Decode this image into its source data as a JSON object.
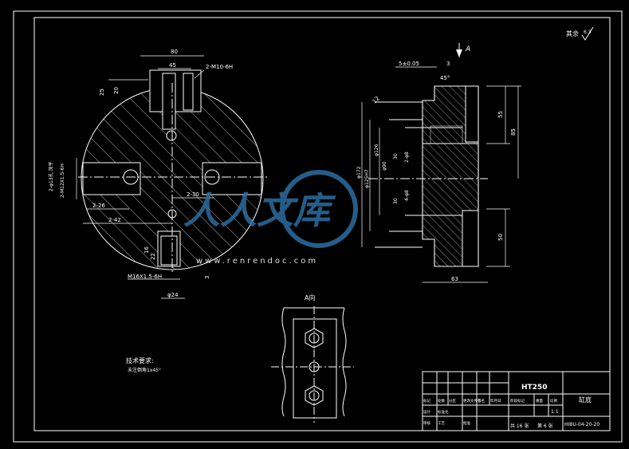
{
  "roughness_note": "其余",
  "roughness_value": "6.3",
  "section_label": "A",
  "view_label": "A向",
  "tech_req_title": "技术要求:",
  "tech_req_text": "未注倒角1x45°",
  "watermark_text": "人人文库",
  "watermark_url": "www.renrendoc.com",
  "left_view": {
    "dim_top": "80",
    "dim_45": "45",
    "dim_tap_top": "2-M10-6H",
    "dim_25": "25",
    "dim_20": "20",
    "dim_left_group": "2-φ13孔 深平",
    "dim_left_thread": "2-M12X1.5-6H",
    "dim_2_26": "2-26",
    "dim_2_42": "2-42",
    "dim_2_30": "2-30",
    "dim_16": "16",
    "dim_22": "22",
    "dim_bottom_thread": "M16X1.5-6H",
    "dim_phi24": "φ24",
    "dim_3": "3"
  },
  "right_view": {
    "dim_top_offset": "5±0.05",
    "dim_3": "3",
    "dim_55": "55",
    "dim_85": "85",
    "dim_50": "50",
    "dim_63": "63",
    "dim_phi_a": "φ172",
    "dim_phi_b": "φ125H7",
    "dim_phi_c": "φ90",
    "dim_phi_d": "φ126",
    "dim_30a": "30",
    "dim_30b": "30",
    "dim_2_phi8": "2-φ8",
    "dim_4_phi8": "4-φ8",
    "dim_12": "12",
    "dim_45deg": "45°"
  },
  "title_block": {
    "material": "HT250",
    "part_name": "缸底",
    "drawing_no": "HIBU-04-20-20",
    "scale": "1:1",
    "sheet_total_label": "共 16 张",
    "sheet_no_label": "第 6 张",
    "cells": [
      "标记",
      "处数",
      "分区",
      "更改文件号",
      "签名",
      "年月日",
      "设计",
      "标准化",
      "阶段标记",
      "重量",
      "比例",
      "审核",
      "工艺",
      "批准"
    ]
  }
}
